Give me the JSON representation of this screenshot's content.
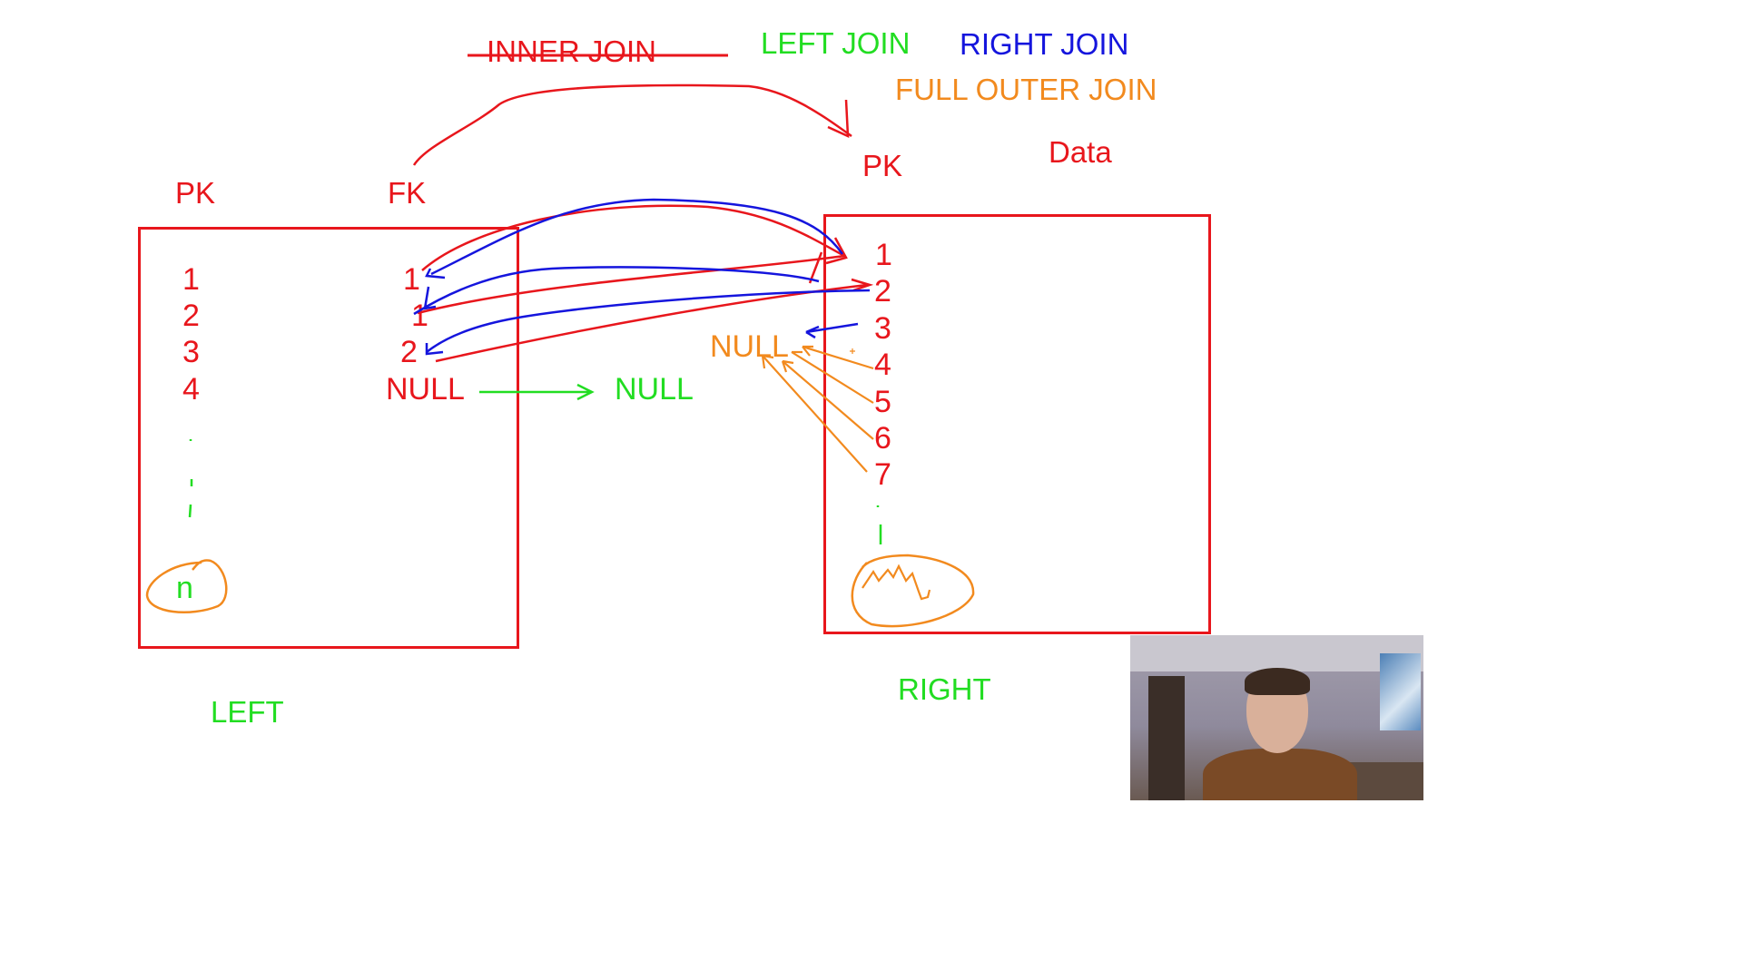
{
  "headers": {
    "inner_join": "INNER JOIN",
    "left_join": "LEFT JOIN",
    "right_join": "RIGHT JOIN",
    "full_outer_join": "FULL OUTER JOIN"
  },
  "left_table": {
    "pk_label": "PK",
    "fk_label": "FK",
    "pk_values": [
      "1",
      "2",
      "3",
      "4"
    ],
    "fk_values": [
      "1",
      "1",
      "2",
      "NULL"
    ],
    "last_row": "n",
    "caption": "LEFT"
  },
  "right_table": {
    "pk_label": "PK",
    "data_label": "Data",
    "pk_values": [
      "1",
      "2",
      "3",
      "4",
      "5",
      "6",
      "7"
    ],
    "caption": "RIGHT"
  },
  "annotations": {
    "left_null_result": "NULL",
    "right_null_result": "NULL"
  },
  "colors": {
    "red": "#e8161c",
    "green": "#22dd22",
    "blue": "#1515dd",
    "orange": "#f28a1e"
  }
}
